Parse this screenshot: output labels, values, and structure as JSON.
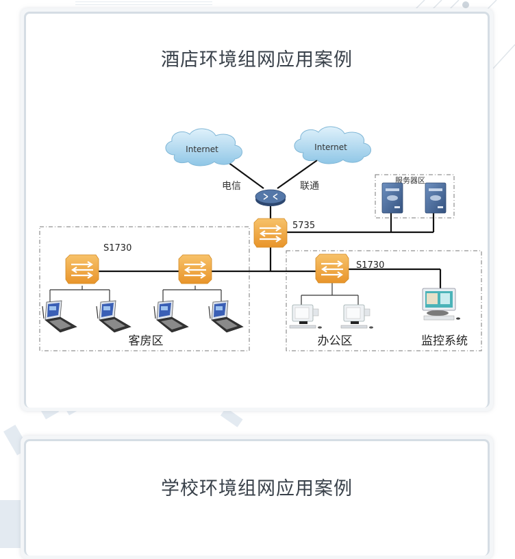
{
  "sections": [
    {
      "title": "酒店环境组网应用案例",
      "diagram": {
        "clouds": [
          {
            "label": "Internet",
            "link_label": "电信"
          },
          {
            "label": "Internet",
            "link_label": "联通"
          }
        ],
        "router": {
          "name": "router"
        },
        "core_switch": {
          "label": "5735"
        },
        "server_zone": {
          "label": "服务器区",
          "servers": 2
        },
        "guest_zone": {
          "label": "客房区",
          "switch_label": "S1730",
          "switches": 2,
          "laptops": 4
        },
        "office_zone": {
          "label": "办公区",
          "switch_label": "S1730",
          "desktops": 2
        },
        "monitor": {
          "label": "监控系统"
        }
      }
    },
    {
      "title": "学校环境组网应用案例"
    }
  ],
  "colors": {
    "switch_orange": "#f0a536",
    "cloud_blue": "#a9d6f0",
    "router_blue": "#3f5f8c",
    "server_blue": "#4a6fa0",
    "title_text": "#39414a",
    "line": "#111111",
    "dash": "#777777"
  }
}
